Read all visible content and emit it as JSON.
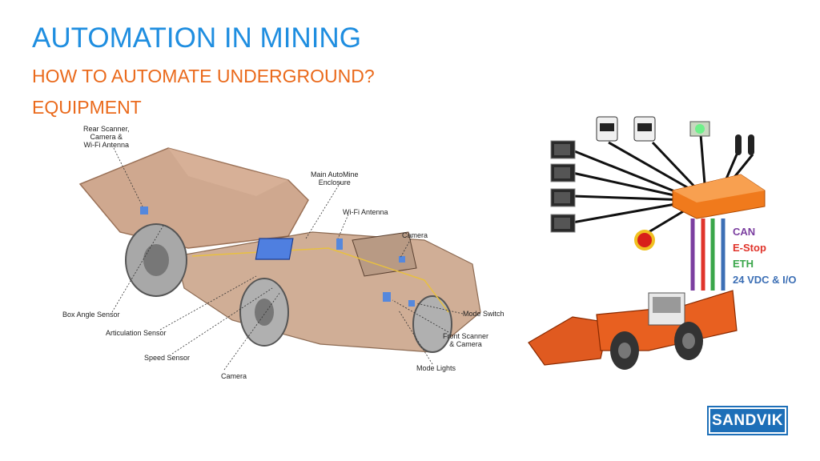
{
  "header": {
    "title": "AUTOMATION IN MINING",
    "subtitle": "HOW TO AUTOMATE UNDERGROUND?",
    "subtitle2": "EQUIPMENT"
  },
  "truck_labels": {
    "rear_scanner": "Rear Scanner,",
    "rear_scanner_2": "Camera &",
    "rear_scanner_3": "Wi-Fi Antenna",
    "main_enclosure": "Main AutoMine",
    "main_enclosure_2": "Enclosure",
    "wifi_antenna": "Wi-Fi Antenna",
    "camera_top": "Camera",
    "box_angle_sensor": "Box Angle Sensor",
    "articulation_sensor": "Articulation Sensor",
    "speed_sensor": "Speed  Sensor",
    "camera_bottom": "Camera",
    "mode_switch": "Mode Switch",
    "front_scanner": "Front Scanner",
    "front_scanner_2": "& Camera",
    "mode_lights": "Mode Lights"
  },
  "legend": {
    "can": "CAN",
    "estop": "E-Stop",
    "eth": "ETH",
    "power": "24 VDC & I/O"
  },
  "colors": {
    "title": "#1f8ee0",
    "subtitle": "#ea6a1c",
    "can": "#7b3fa0",
    "estop": "#e0342b",
    "eth": "#3aa64a",
    "power": "#3c6fb5",
    "brand": "#1d6fb8"
  },
  "logo": {
    "text": "SANDVIK"
  }
}
